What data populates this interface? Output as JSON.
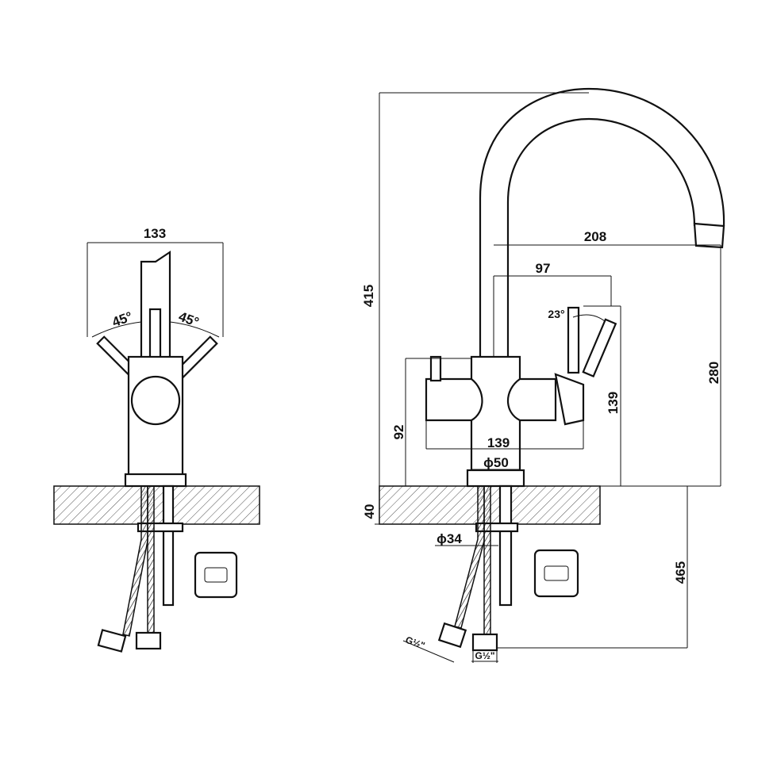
{
  "diagram": {
    "line_color": "#111111",
    "background": "#ffffff",
    "front_view": {
      "width_label": "133",
      "angle_left": "45°",
      "angle_right": "45°"
    },
    "side_view": {
      "height_total": "415",
      "reach": "208",
      "lever_reach": "97",
      "lever_angle": "23°",
      "body_height_right": "139",
      "spout_height": "280",
      "body_height_left": "92",
      "body_width": "139",
      "base_diameter": "ϕ50",
      "counter_thickness": "40",
      "hole_diameter": "ϕ34",
      "hose_length": "465",
      "thread_left": "G½\"",
      "thread_right": "G½\""
    }
  }
}
